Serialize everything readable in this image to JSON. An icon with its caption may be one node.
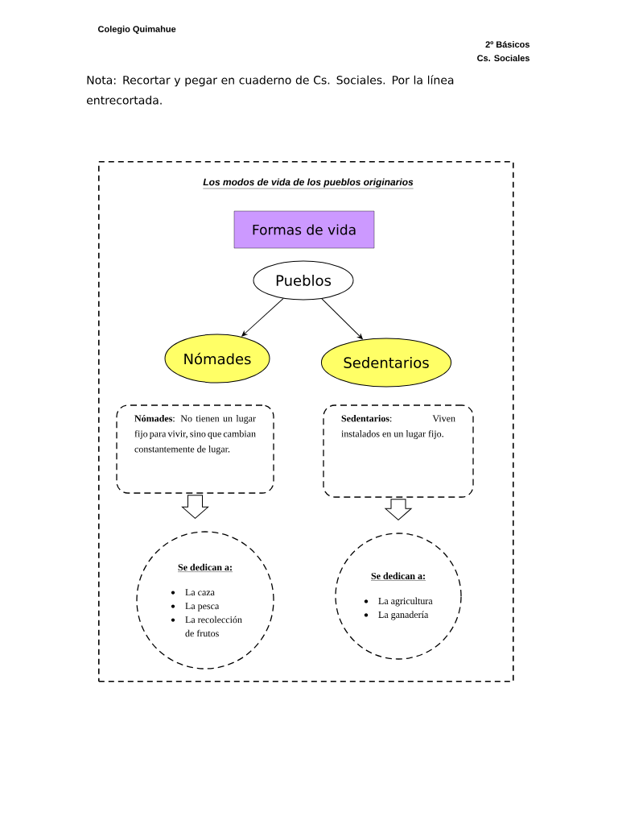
{
  "diagram": {
    "nodes": [
      {
        "text": [
          "Los modos de vida de los pueblos originarios"
        ]
      },
      {
        "text": [
          "Formas de vida"
        ],
        "in": 0
      },
      {
        "text": [
          "Pueblos"
        ],
        "in": 0
      },
      {
        "text": [
          "Nómades"
        ],
        "in": 0
      },
      {
        "text": [
          "Sedentarios"
        ],
        "in": 0
      },
      {
        "text": [
          "**Nómades**: No tienen un lugar fijo para vivir, sino que cambian constantemente de lugar."
        ],
        "in": 0
      },
      {
        "text": [
          "**Sedentarios**: Viven instalados en un lugar fijo."
        ],
        "in": 0
      },
      {
        "text": [
          "Se dedican a:",
          "La caza",
          "La pesca",
          "La recolección de frutos"
        ],
        "in": 0
      },
      {
        "text": [
          "Se dedican a:",
          "La agricultura",
          "La ganadería"
        ],
        "in": 0
      }
    ],
    "edges": [
      {
        "from": 2,
        "to": 3,
        "arrow": "to"
      },
      {
        "from": 2,
        "to": 4,
        "arrow": "to"
      },
      {
        "from": 5,
        "to": 7,
        "arrow": "to"
      },
      {
        "from": 6,
        "to": 8,
        "arrow": "to"
      }
    ],
    "labels": [
      "Colegio Quimahue",
      "2º Básicos",
      "Cs. Sociales",
      "Nota:  Recortar y pegar en cuaderno de Cs. Sociales. Por la línea entrecortada."
    ]
  }
}
